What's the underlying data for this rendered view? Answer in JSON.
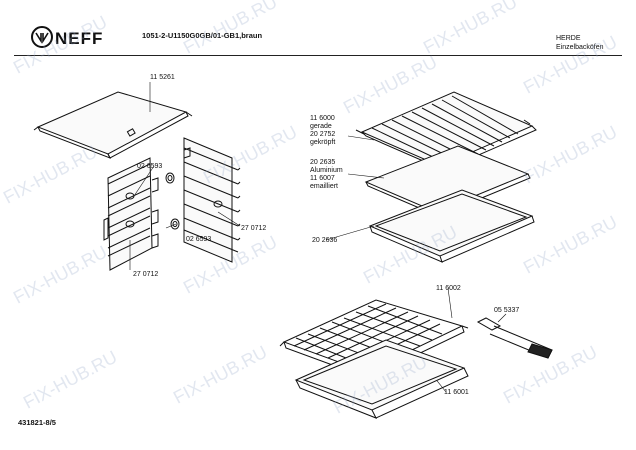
{
  "header": {
    "brand": "NEFF",
    "model": "1051-2-U1150G0GB/01-GB1,braun",
    "category_line1": "HERDE",
    "category_line2": "Einzelbacköfen"
  },
  "footer": {
    "page_code": "431821-8/5"
  },
  "watermark": {
    "text": "FIX-HUB.RU",
    "color": "#96aac8"
  },
  "parts": {
    "p1": "11 5261",
    "p2a": "02 6593",
    "p2b": "02 6593",
    "p3a": "27 0712",
    "p3b": "27 0712",
    "p4": [
      "11 6000",
      "gerade",
      "20 2752",
      "gekröpft"
    ],
    "p5": [
      "20 2635",
      "Aluminium",
      "11 6007",
      "emailliert"
    ],
    "p6": "20 2636",
    "p7": "11 6002",
    "p8": "05 5337",
    "p9": "11 6001"
  }
}
